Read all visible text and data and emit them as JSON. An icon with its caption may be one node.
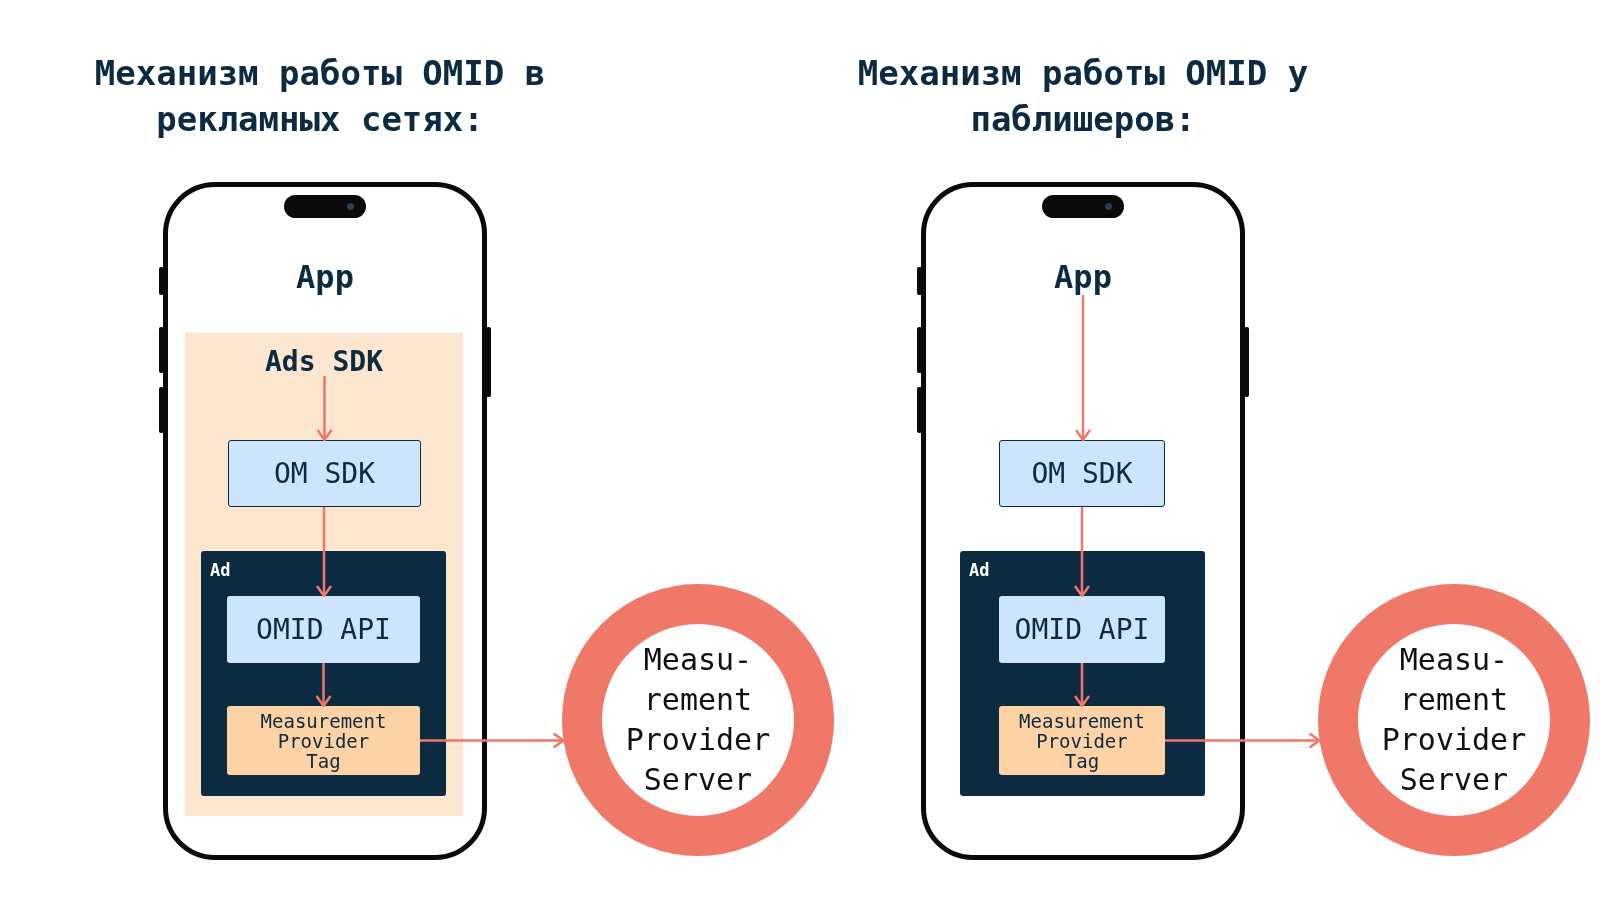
{
  "diagram": {
    "nodes": [
      {
        "text": [],
        "shape": "phone"
      },
      {
        "text": [
          "App"
        ],
        "in": 0
      },
      {
        "text": [
          "Ads SDK"
        ],
        "in": 0
      },
      {
        "text": [
          "OM SDK"
        ],
        "in": 2
      },
      {
        "text": [
          "Ad"
        ],
        "in": 2
      },
      {
        "text": [
          "OMID API"
        ],
        "in": 4
      },
      {
        "text": [
          "Measurement Provider Tag"
        ],
        "in": 4
      },
      {
        "text": [
          "Measu- rement Provider Server"
        ]
      },
      {
        "text": [],
        "shape": "phone"
      },
      {
        "text": [
          "App"
        ],
        "in": 8
      },
      {
        "text": [
          "OM SDK"
        ],
        "in": 8
      },
      {
        "text": [
          "Ad"
        ],
        "in": 8
      },
      {
        "text": [
          "OMID API"
        ],
        "in": 11
      },
      {
        "text": [
          "Measurement Provider Tag"
        ],
        "in": 11
      },
      {
        "text": [
          "Measu- rement Provider Server"
        ]
      }
    ],
    "edges": [
      {
        "from": 2,
        "to": 3,
        "arrow": "to"
      },
      {
        "from": 3,
        "to": 5,
        "arrow": "to"
      },
      {
        "from": 5,
        "to": 6,
        "arrow": "to"
      },
      {
        "from": 6,
        "to": 7,
        "arrow": "to"
      },
      {
        "from": 9,
        "to": 10,
        "arrow": "to"
      },
      {
        "from": 10,
        "to": 12,
        "arrow": "to"
      },
      {
        "from": 12,
        "to": 13,
        "arrow": "to"
      },
      {
        "from": 13,
        "to": 14,
        "arrow": "to"
      }
    ],
    "labels": [
      "Механизм работы OMID в рекламных сетях:",
      "Механизм работы OMID у паблишеров:"
    ]
  }
}
